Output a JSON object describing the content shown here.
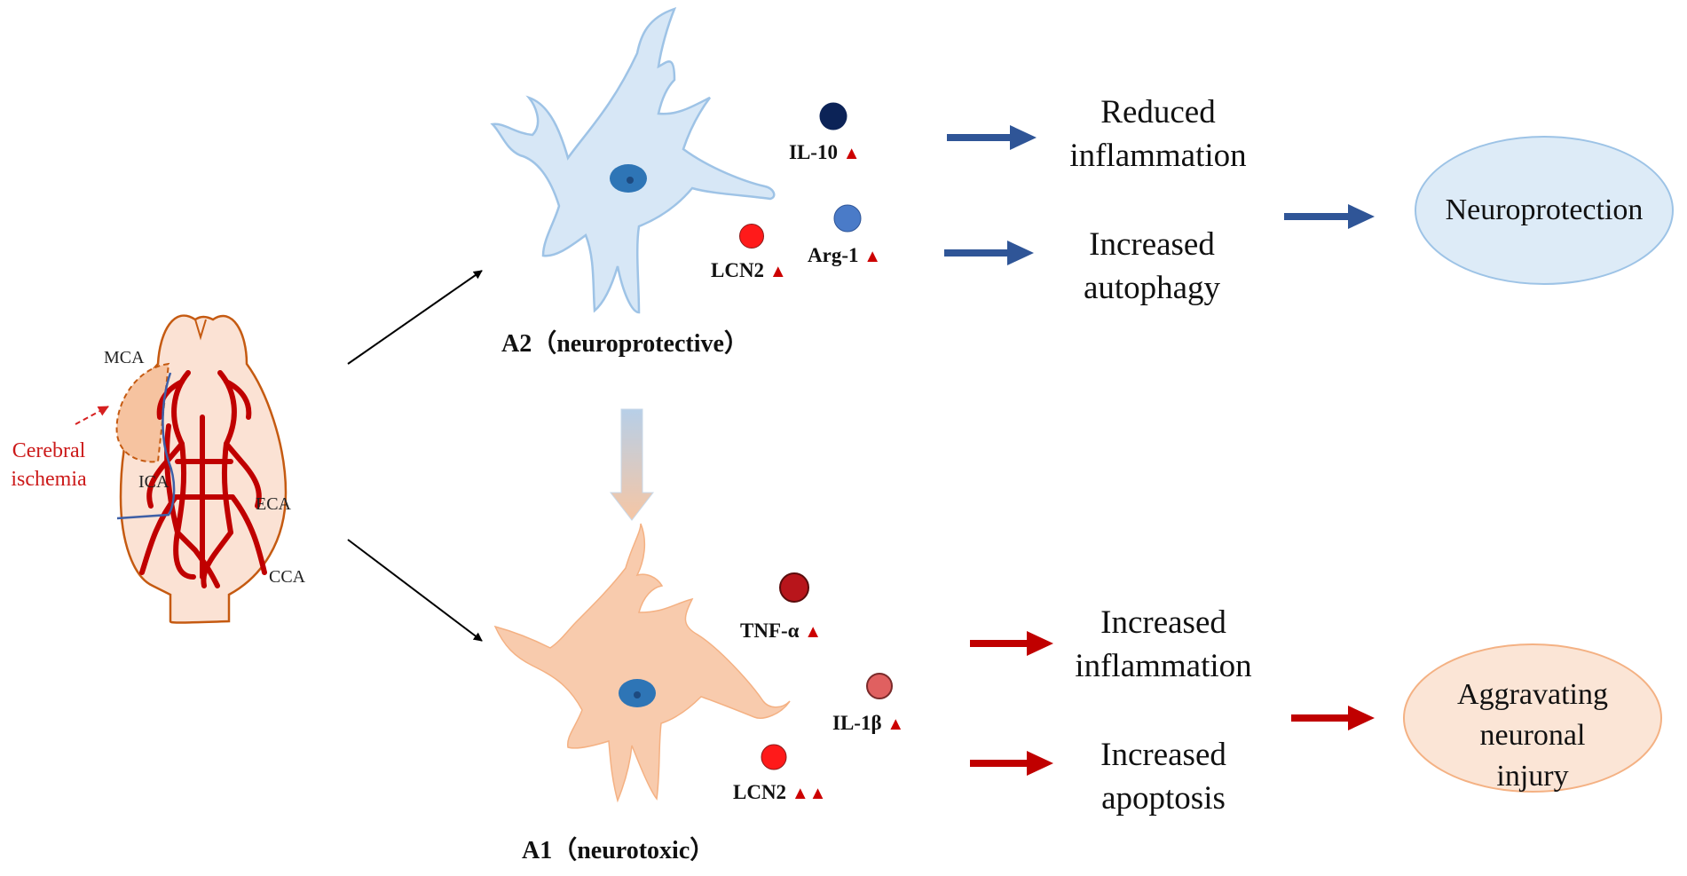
{
  "brain": {
    "ischemia_label": "Cerebral\nischemia",
    "vessels": [
      "MCA",
      "ICA",
      "ECA",
      "CCA"
    ]
  },
  "a2": {
    "title": "A2（neuroprotective）",
    "markers": [
      {
        "name": "IL-10",
        "triangles": "▲",
        "color": "#0c2357"
      },
      {
        "name": "LCN2",
        "triangles": "▲",
        "color": "#ff1a1a"
      },
      {
        "name": "Arg-1",
        "triangles": "▲",
        "color": "#4a7bc8"
      }
    ],
    "outcomes": [
      "Reduced\ninflammation",
      "Increased\nautophagy"
    ],
    "result": "Neuroprotection"
  },
  "a1": {
    "title": "A1（neurotoxic）",
    "markers": [
      {
        "name": "TNF-α",
        "triangles": "▲",
        "color": "#b8151b"
      },
      {
        "name": "IL-1β",
        "triangles": "▲",
        "color": "#e06060"
      },
      {
        "name": "LCN2",
        "triangles": "▲▲",
        "color": "#ff1a1a"
      }
    ],
    "outcomes": [
      "Increased\ninflammation",
      "Increased\napoptosis"
    ],
    "result": "Aggravating\nneuronal injury"
  },
  "colors": {
    "protective_arrow": "#2f5597",
    "toxic_arrow": "#c00000",
    "a2_cell_fill": "#d7e7f6",
    "a2_cell_stroke": "#9ec3e6",
    "a1_cell_fill": "#f8cbad",
    "nucleus": "#2e75b6",
    "vessel": "#c00000",
    "brain_fill": "#fbe2d4",
    "brain_stroke": "#c55a11"
  }
}
